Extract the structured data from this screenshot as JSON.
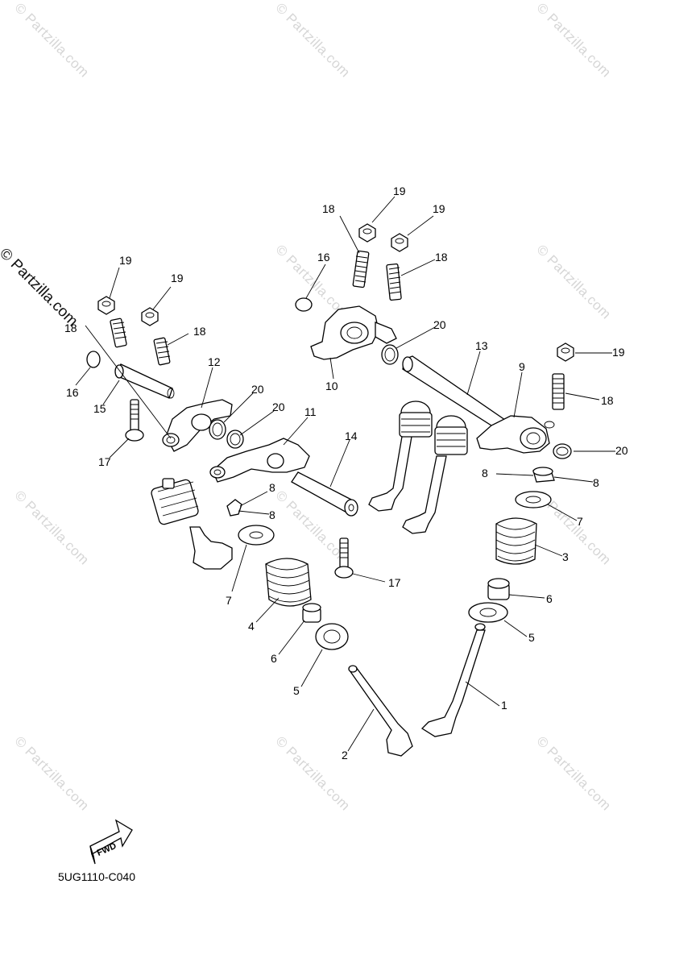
{
  "watermark": {
    "text": "© Partzilla.com"
  },
  "side_watermark": {
    "text": "© Partzilla.com"
  },
  "diagram_code": "5UG1110-C040",
  "fwd_label": "FWD",
  "callouts": {
    "c1": "1",
    "c2": "2",
    "c3": "3",
    "c4": "4",
    "c5a": "5",
    "c5b": "5",
    "c6a": "6",
    "c6b": "6",
    "c7a": "7",
    "c7b": "7",
    "c8a": "8",
    "c8b": "8",
    "c8c": "8",
    "c8d": "8",
    "c9": "9",
    "c10": "10",
    "c11": "11",
    "c12": "12",
    "c13": "13",
    "c14": "14",
    "c15": "15",
    "c16a": "16",
    "c16b": "16",
    "c17a": "17",
    "c17b": "17",
    "c18a": "18",
    "c18b": "18",
    "c18c": "18",
    "c18d": "18",
    "c18e": "18",
    "c19a": "19",
    "c19b": "19",
    "c19c": "19",
    "c19d": "19",
    "c19e": "19",
    "c20a": "20",
    "c20b": "20",
    "c20c": "20",
    "c20d": "20"
  }
}
